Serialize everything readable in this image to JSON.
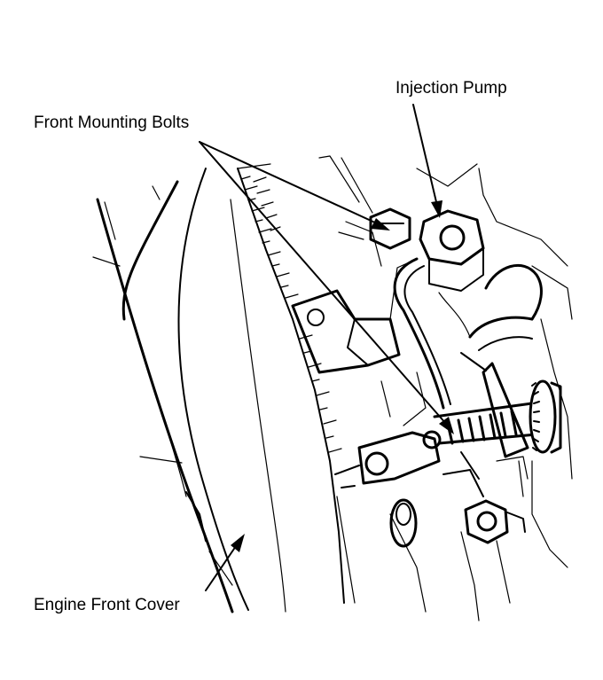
{
  "labels": {
    "injection_pump": "Injection Pump",
    "front_mounting_bolts": "Front Mounting Bolts",
    "engine_front_cover": "Engine Front Cover"
  },
  "colors": {
    "ink": "#000000",
    "paper": "#ffffff"
  }
}
